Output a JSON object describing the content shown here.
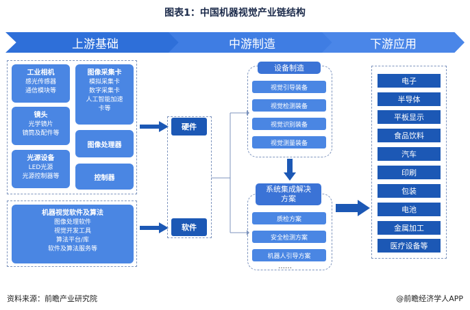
{
  "title": "图表1：中国机器视觉产业链结构",
  "banners": {
    "upstream": "上游基础",
    "midstream": "中游制造",
    "downstream": "下游应用"
  },
  "upstream": {
    "industrial_camera": {
      "title": "工业相机",
      "items": [
        "感光传感器",
        "通信模块等"
      ]
    },
    "image_capture_card": {
      "title": "图像采集卡",
      "items": [
        "模拟采集卡",
        "数字采集卡",
        "人工智能加速",
        "卡等"
      ]
    },
    "lens": {
      "title": "镜头",
      "items": [
        "光学镜片",
        "镜筒及配件等"
      ]
    },
    "image_processor": {
      "title": "图像处理器"
    },
    "light_source": {
      "title": "光源设备",
      "items": [
        "LED光源",
        "光源控制器等"
      ]
    },
    "controller": {
      "title": "控制器"
    },
    "software": {
      "title": "机器视觉软件及算法",
      "items": [
        "图像处理软件",
        "视觉开发工具",
        "算法平台/库",
        "软件及算法服务等"
      ]
    }
  },
  "midstream": {
    "hardware": "硬件",
    "software": "软件",
    "equipment": {
      "title": "设备制造",
      "items": [
        "视觉引导装备",
        "视觉检测装备",
        "视觉识别装备",
        "视觉测量装备"
      ]
    },
    "solutions": {
      "title": "系统集成解决方案",
      "items": [
        "质检方案",
        "安全检测方案",
        "机器人引导方案"
      ],
      "more": "……"
    }
  },
  "downstream": [
    "电子",
    "半导体",
    "平板显示",
    "食品饮料",
    "汽车",
    "印刷",
    "包装",
    "电池",
    "金属加工",
    "医疗设备等"
  ],
  "footer": {
    "source": "资料来源：前瞻产业研究院",
    "brand": "@前瞻经济学人APP"
  },
  "colors": {
    "primary": "#4a86e3",
    "navy": "#1c58b5",
    "banner": "#2e6fd9"
  }
}
